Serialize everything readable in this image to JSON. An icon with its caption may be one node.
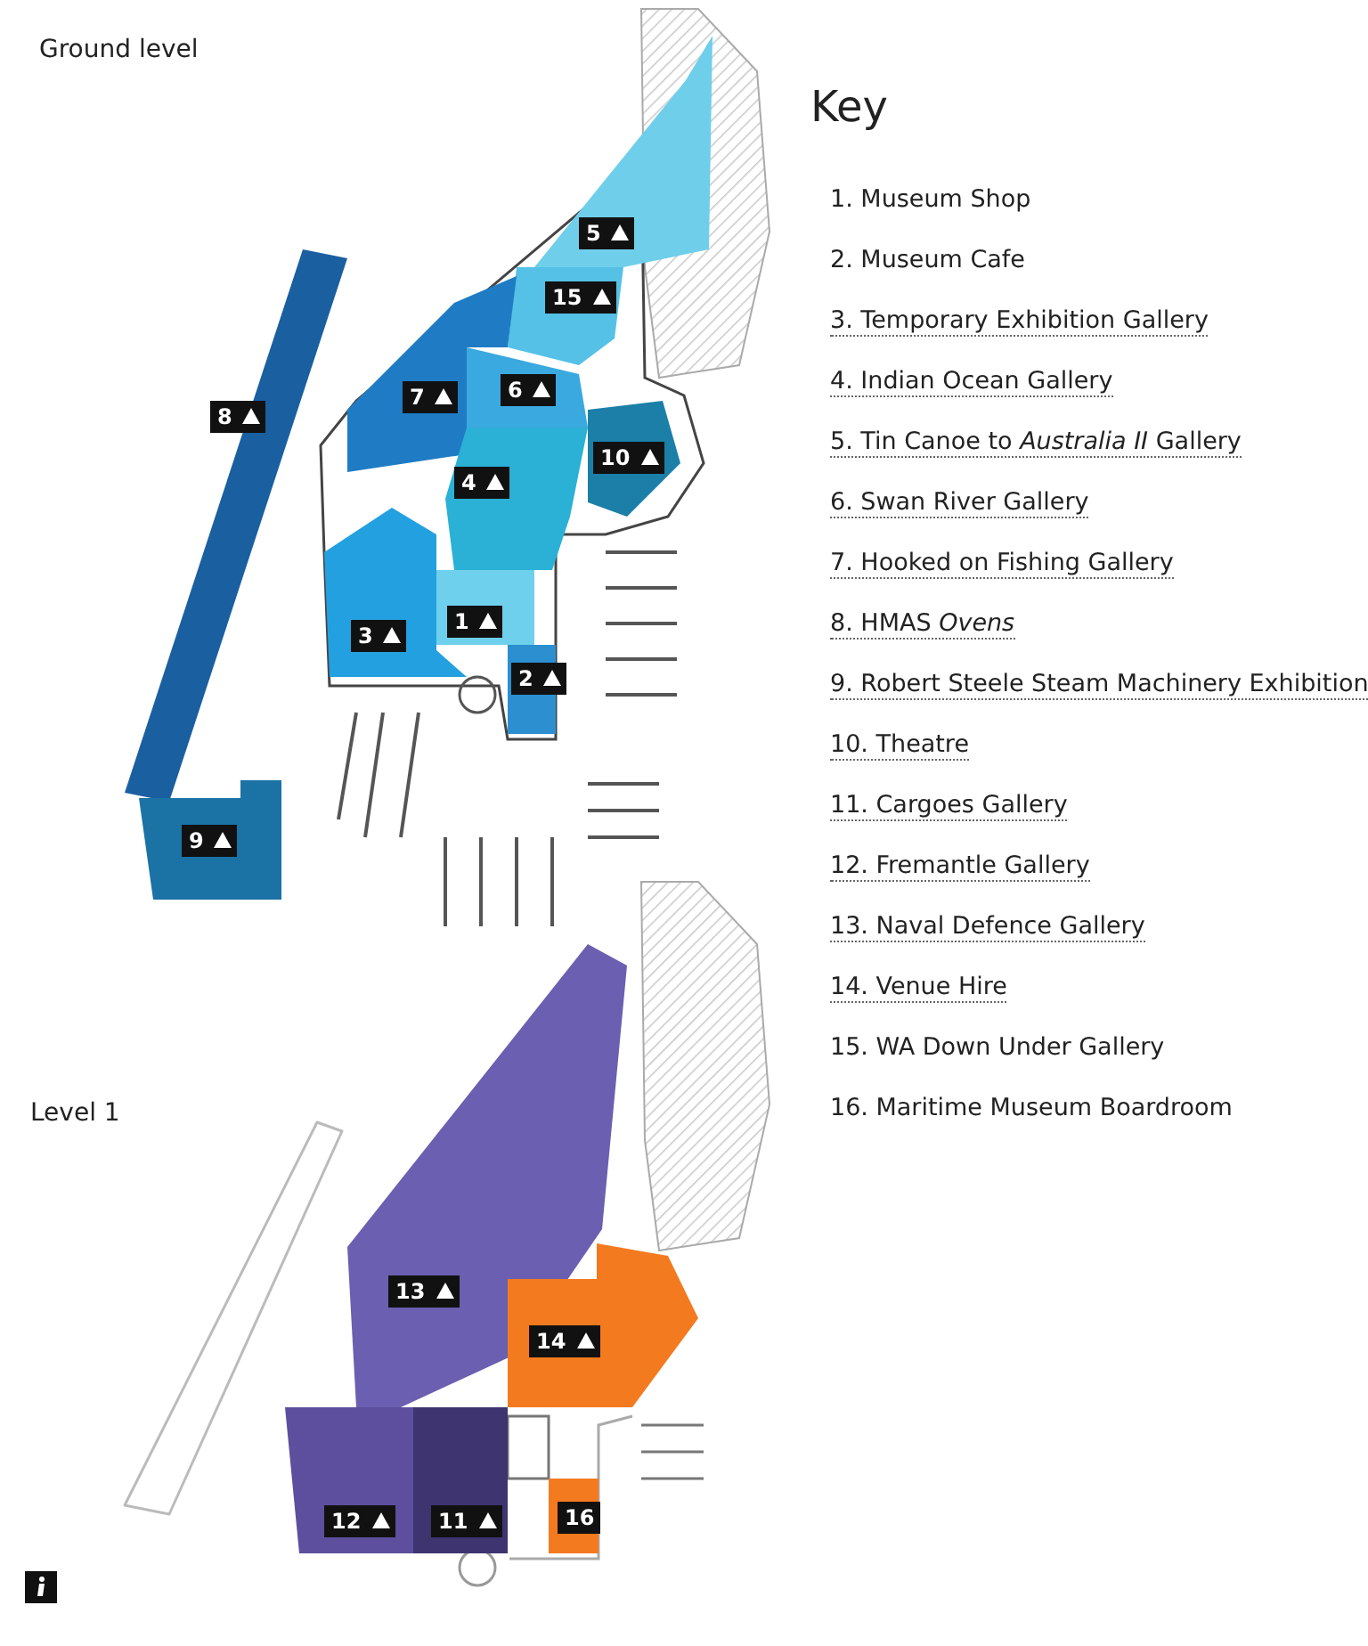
{
  "diagram": {
    "nodes": [
      {
        "text": [
          "5"
        ]
      },
      {
        "text": [
          "15"
        ]
      },
      {
        "text": [
          "6"
        ]
      },
      {
        "text": [
          "7"
        ]
      },
      {
        "text": [
          "8"
        ]
      },
      {
        "text": [
          "10"
        ]
      },
      {
        "text": [
          "4"
        ]
      },
      {
        "text": [
          "3"
        ]
      },
      {
        "text": [
          "1"
        ]
      },
      {
        "text": [
          "2"
        ]
      },
      {
        "text": [
          "9"
        ]
      },
      {
        "text": [
          "13"
        ]
      },
      {
        "text": [
          "14"
        ]
      },
      {
        "text": [
          "12"
        ]
      },
      {
        "text": [
          "11"
        ]
      },
      {
        "text": [
          "16"
        ]
      }
    ],
    "labels": [
      "Ground level",
      "Key",
      "1. Museum Shop",
      "2. Museum Cafe",
      "3. Temporary Exhibition Gallery",
      "4. Indian Ocean Gallery",
      "5. Tin Canoe to *Australia II* Gallery",
      "6. Swan River Gallery",
      "7. Hooked on Fishing Gallery",
      "8. HMAS *Ovens*",
      "9. Robert Steele Steam Machinery Exhibition",
      "10. Theatre",
      "11. Cargoes Gallery",
      "12. Fremantle Gallery",
      "13. Naval Defence Gallery",
      "14. Venue Hire",
      "15. WA Down Under Gallery",
      "16. Maritime Museum Boardroom",
      "Level 1"
    ]
  }
}
